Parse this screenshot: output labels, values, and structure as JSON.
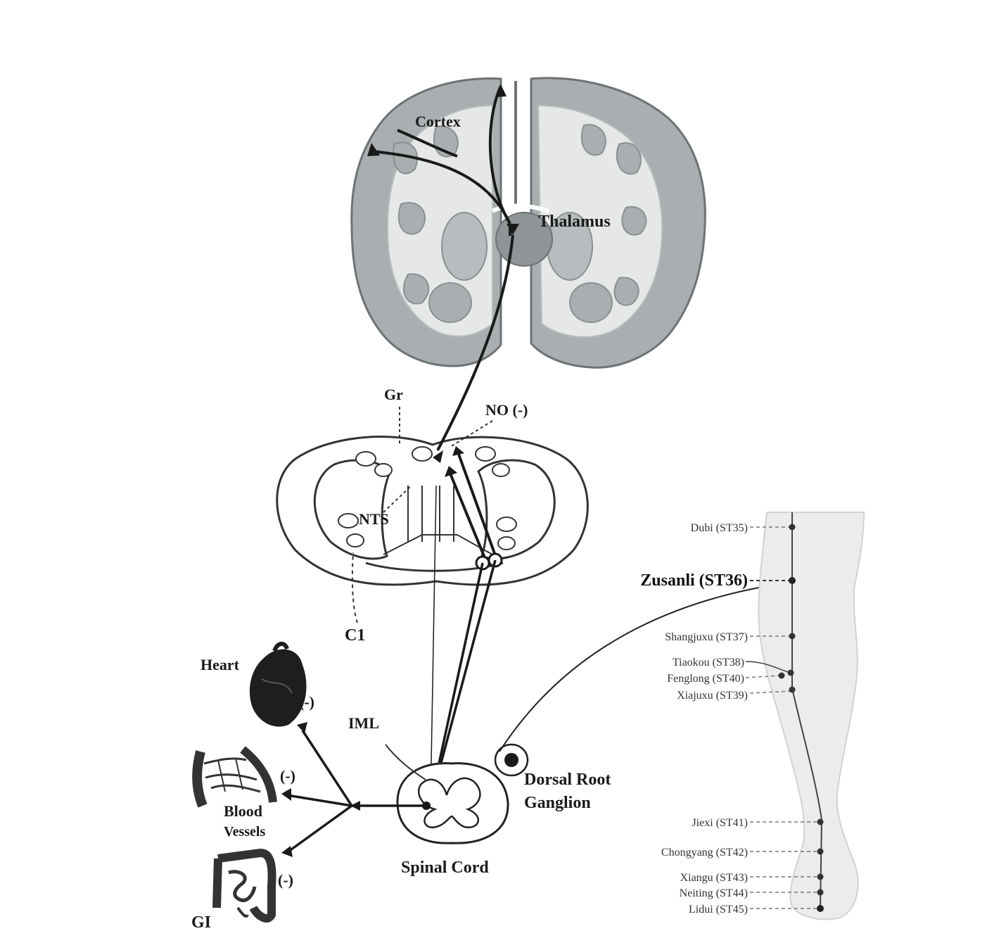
{
  "labels": {
    "cortex": "Cortex",
    "thalamus": "Thalamus",
    "gr": "Gr",
    "no": "NO (-)",
    "nts": "NTS",
    "c1": "C1",
    "heart": "Heart",
    "heart_sign": "(-)",
    "blood_line1": "Blood",
    "blood_line2": "Vessels",
    "blood_sign": "(-)",
    "gi": "GI",
    "gi_sign": "(-)",
    "iml": "IML",
    "dorsal_line1": "Dorsal Root",
    "dorsal_line2": "Ganglion",
    "spinal_cord": "Spinal Cord"
  },
  "acupoints": [
    {
      "id": "dubi",
      "label": "Dubi (ST35)",
      "emphasis": false
    },
    {
      "id": "zusanli",
      "label": "Zusanli (ST36)",
      "emphasis": true
    },
    {
      "id": "shangjuxu",
      "label": "Shangjuxu (ST37)",
      "emphasis": false
    },
    {
      "id": "tiaokou",
      "label": "Tiaokou (ST38)",
      "emphasis": false
    },
    {
      "id": "fenglong",
      "label": "Fenglong (ST40)",
      "emphasis": false
    },
    {
      "id": "xiajuxu",
      "label": "Xiajuxu (ST39)",
      "emphasis": false
    },
    {
      "id": "jiexi",
      "label": "Jiexi (ST41)",
      "emphasis": false
    },
    {
      "id": "chongyang",
      "label": "Chongyang (ST42)",
      "emphasis": false
    },
    {
      "id": "xiangu",
      "label": "Xiangu (ST43)",
      "emphasis": false
    },
    {
      "id": "neiting",
      "label": "Neiting (ST44)",
      "emphasis": false
    },
    {
      "id": "lidui",
      "label": "Lidui (ST45)",
      "emphasis": false
    }
  ],
  "colors": {
    "brain_fill": "#a9afb1",
    "white_matter": "#e6e8e8",
    "pathway": "#1a1a1a",
    "leg_fill": "#ececec"
  }
}
